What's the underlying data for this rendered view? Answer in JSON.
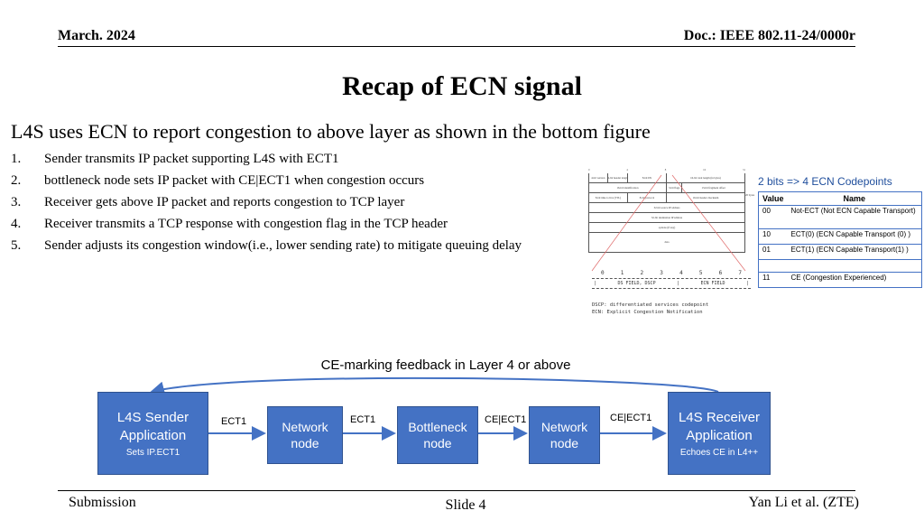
{
  "header": {
    "date": "March. 2024",
    "doc": "Doc.: IEEE 802.11-24/0000r"
  },
  "title": "Recap of ECN signal",
  "lead": "L4S uses ECN to report congestion to above layer as shown in the bottom figure",
  "steps": [
    {
      "num": "1.",
      "text": "Sender transmits IP packet supporting L4S with ECT1"
    },
    {
      "num": "2.",
      "text": "bottleneck node sets IP packet with CE|ECT1 when congestion occurs"
    },
    {
      "num": "3.",
      "text": "Receiver gets above IP packet and reports congestion to TCP layer"
    },
    {
      "num": "4.",
      "text": "Receiver transmits a TCP response with congestion flag in the TCP header"
    },
    {
      "num": "5.",
      "text": "Sender adjusts its congestion window(i.e., lower sending rate) to mitigate queuing delay"
    }
  ],
  "ip_header": {
    "bits": [
      "0",
      "4",
      "8",
      "16",
      "31"
    ],
    "rows": [
      [
        "4-bit version",
        "4-bit header length",
        "8-bit DS",
        "16-bit total length (in bytes)"
      ],
      [
        "16-bit identification",
        "3-bit flags",
        "13-bit fragment offset"
      ],
      [
        "8-bit time to live (TTL)",
        "8-bit protocol",
        "16-bit header checksum"
      ],
      [
        "32-bit source IP address"
      ],
      [
        "32-bit destination IP address"
      ],
      [
        "options (if any)"
      ],
      [
        "data"
      ]
    ],
    "side_label": "20 bytes"
  },
  "ecn_table": {
    "title": "2 bits => 4 ECN Codepoints",
    "headers": [
      "Value",
      "Name"
    ],
    "rows": [
      {
        "value": "00",
        "name": "Not-ECT (Not ECN Capable Transport)"
      },
      {
        "value": "10",
        "name": "ECT(0) (ECN Capable Transport (0) )"
      },
      {
        "value": "01",
        "name": "ECT(1) (ECN Capable Transport(1) )"
      },
      {
        "value": "11",
        "name": "CE (Congestion Experienced)"
      }
    ]
  },
  "ds_field": {
    "numbers": [
      "0",
      "1",
      "2",
      "3",
      "4",
      "5",
      "6",
      "7"
    ],
    "left_label": "DS FIELD, DSCP",
    "right_label": "ECN FIELD",
    "legend1": "DSCP: differentiated services codepoint",
    "legend2": "ECN:  Explicit Congestion Notification"
  },
  "flow": {
    "feedback": "CE-marking feedback in Layer 4 or above",
    "sender": {
      "line1": "L4S Sender",
      "line2": "Application",
      "sub": "Sets IP.ECT1"
    },
    "node1": {
      "line1": "Network",
      "line2": "node"
    },
    "bottleneck": {
      "line1": "Bottleneck",
      "line2": "node"
    },
    "node2": {
      "line1": "Network",
      "line2": "node"
    },
    "receiver": {
      "line1": "L4S Receiver",
      "line2": "Application",
      "sub": "Echoes CE in L4++"
    },
    "labels": [
      "ECT1",
      "ECT1",
      "CE|ECT1",
      "CE|ECT1"
    ],
    "colors": {
      "box": "#4472c4",
      "arrow": "#4472c4"
    }
  },
  "footer": {
    "submission": "Submission",
    "slide": "Slide 4",
    "author": "Yan Li et al. (ZTE)"
  }
}
